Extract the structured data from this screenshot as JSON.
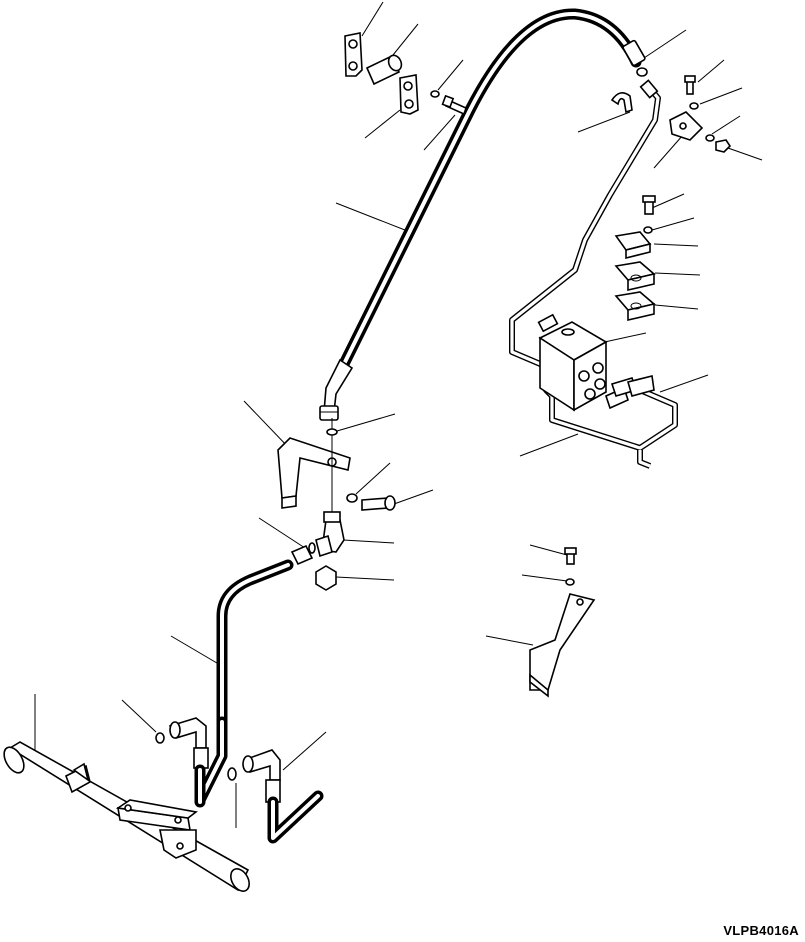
{
  "drawing_code": "VLPB4016A",
  "colors": {
    "ink": "#000000",
    "paper": "#ffffff"
  },
  "parts": [
    "bracket-plate",
    "spacer-collar",
    "bracket-plate",
    "lock-washer",
    "bolt",
    "hydraulic-hose-long",
    "hose-fitting-elbow",
    "u-clamp",
    "hydraulic-tube",
    "bolt",
    "washer",
    "mounting-block",
    "washer",
    "nut",
    "bolt",
    "washer",
    "clamp-half",
    "clamp-half",
    "clamp-half",
    "control-valve",
    "hydraulic-tube",
    "hydraulic-tube",
    "hose-bracket",
    "o-ring",
    "bolt",
    "washer",
    "elbow-fitting",
    "o-ring",
    "cap-nut",
    "bolt",
    "washer",
    "support-bracket",
    "hydraulic-hose",
    "hydraulic-cylinder",
    "o-ring",
    "hose-fitting-elbow",
    "o-ring",
    "hose-fitting-elbow"
  ]
}
